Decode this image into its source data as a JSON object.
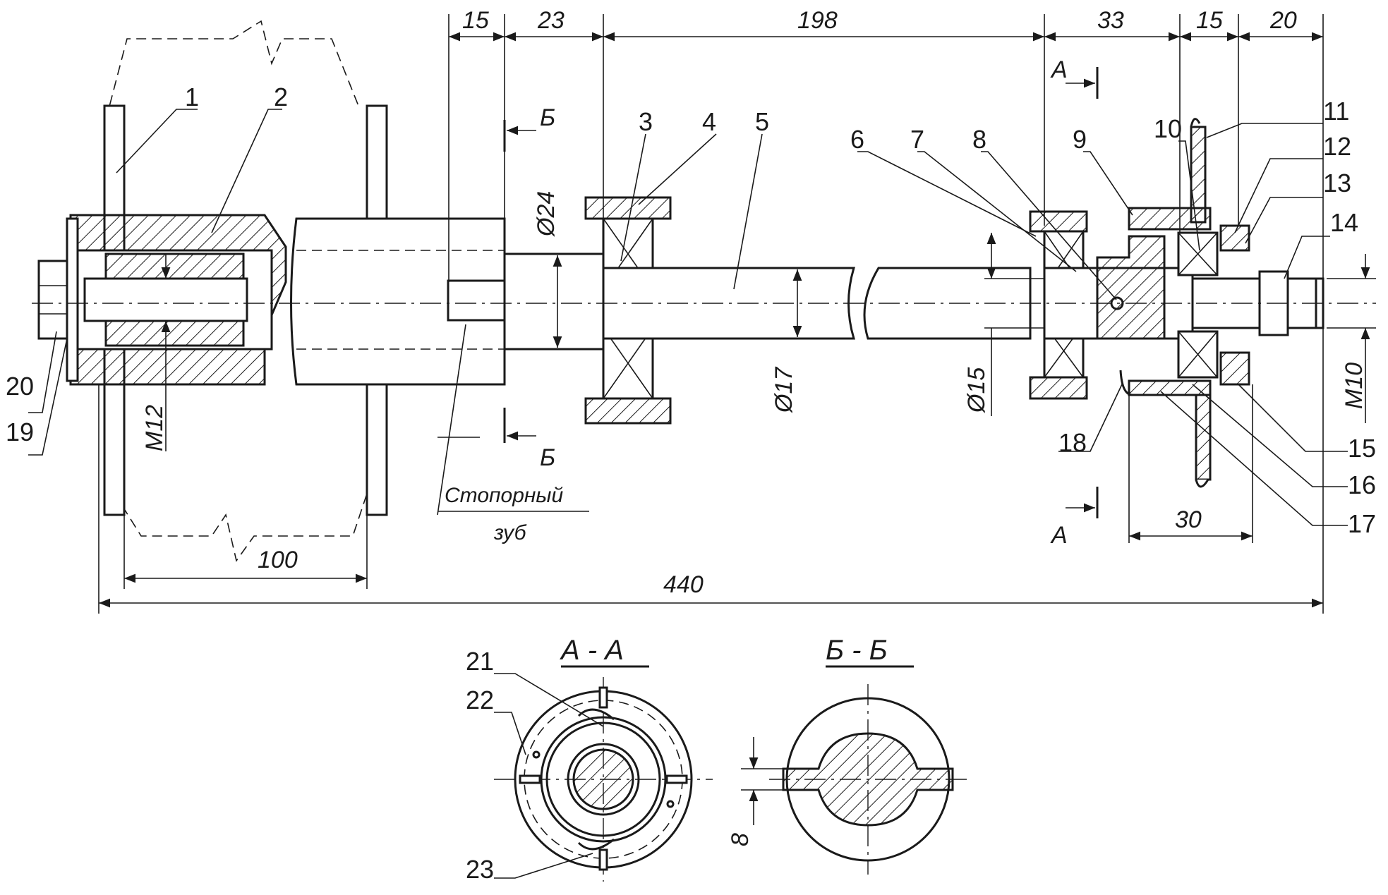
{
  "dimensions": {
    "d_15_left": "15",
    "d_23": "23",
    "d_198": "198",
    "d_33": "33",
    "d_15_right": "15",
    "d_20": "20",
    "d_100": "100",
    "d_440": "440",
    "d_30": "30",
    "dia_24": "Ø24",
    "dia_17": "Ø17",
    "dia_15": "Ø15",
    "thread_m12": "M12",
    "thread_m10": "M10",
    "key_8": "8"
  },
  "callouts": [
    "1",
    "2",
    "3",
    "4",
    "5",
    "6",
    "7",
    "8",
    "9",
    "10",
    "11",
    "12",
    "13",
    "14",
    "15",
    "16",
    "17",
    "18",
    "19",
    "20",
    "21",
    "22",
    "23"
  ],
  "section_marks": {
    "a": "А",
    "b": "Б",
    "section_aa": "А - А",
    "section_bb": "Б - Б"
  },
  "notes": {
    "stop_tooth_line1": "Стопорный",
    "stop_tooth_line2": "зуб"
  }
}
